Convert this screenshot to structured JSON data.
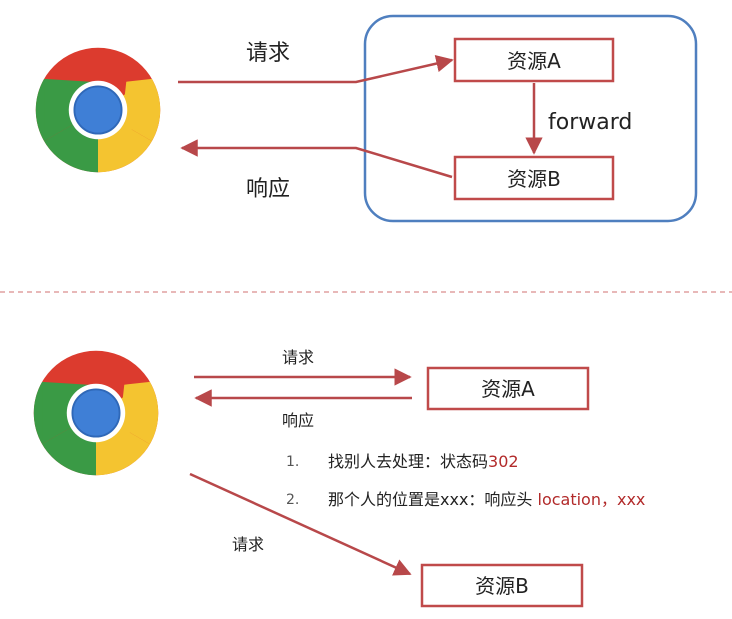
{
  "top": {
    "request_label": "请求",
    "response_label": "响应",
    "resource_a": "资源A",
    "resource_b": "资源B",
    "forward_label": "forward"
  },
  "bottom": {
    "request_label": "请求",
    "response_label": "响应",
    "resource_a": "资源A",
    "resource_b": "资源B",
    "second_request_label": "请求",
    "steps": [
      {
        "num": "1.",
        "text": "找别人去处理：状态码",
        "highlight": "302"
      },
      {
        "num": "2.",
        "text": "那个人的位置是xxx：响应头 ",
        "highlight": "location，xxx"
      }
    ]
  },
  "colors": {
    "arrow": "#b8484a",
    "box_border": "#c04a4a",
    "group_border": "#4f7fbf",
    "highlight_text": "#b22a2a",
    "divider": "#e0a0a0"
  },
  "icons": {
    "browser": "chrome-logo-icon"
  }
}
